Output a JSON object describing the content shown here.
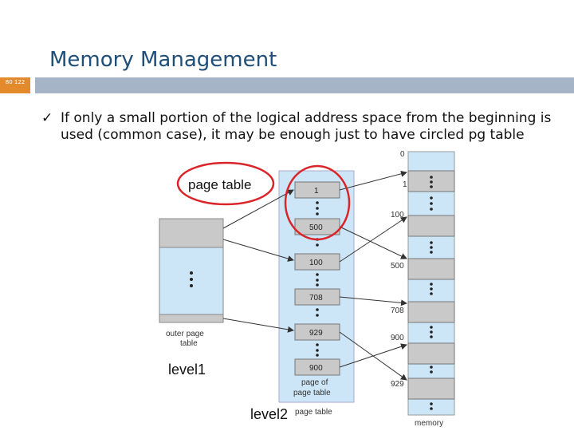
{
  "slide": {
    "title": "Memory Management",
    "slide_number": "80 122",
    "bullet": "If only a small portion of the logical address space from the beginning is used (common case), it may be enough just to have circled pg table"
  },
  "diagram": {
    "page_table_label": "page table",
    "outer_page_table_label": "outer page table",
    "level1_label": "level1",
    "level2_label": "level2",
    "page_of_page_table_label": "page of page table",
    "small_page_table_label": "page table",
    "memory_label": "memory",
    "inner_cells": [
      "1",
      "500",
      "100",
      "708",
      "929",
      "900"
    ],
    "memory_addresses": [
      "0",
      "1",
      "100",
      "500",
      "708",
      "900",
      "929"
    ],
    "colors": {
      "light_blue": "#cde6f7",
      "gray": "#c9c9c9",
      "circle_red": "#d9252a"
    }
  }
}
